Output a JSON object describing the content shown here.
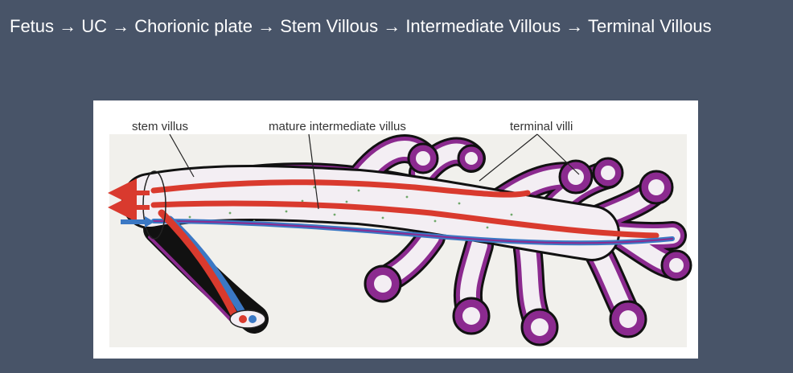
{
  "header": {
    "title": "Fetus → UC → Chorionic plate → Stem Villous → Intermediate Villous → Terminal Villous"
  },
  "figure": {
    "labels": {
      "stem_villus": "stem villus",
      "mature_intermediate_villus": "mature intermediate villus",
      "terminal_villi": "terminal villi"
    }
  },
  "colors": {
    "background": "#485468",
    "figure_bg": "#ffffff",
    "diagram_bg": "#f1f0ec",
    "artery_red": "#d93a2e",
    "vein_blue": "#3b78c4",
    "villus_purple": "#8b2a8f",
    "stroma_green": "#6fa86a"
  }
}
